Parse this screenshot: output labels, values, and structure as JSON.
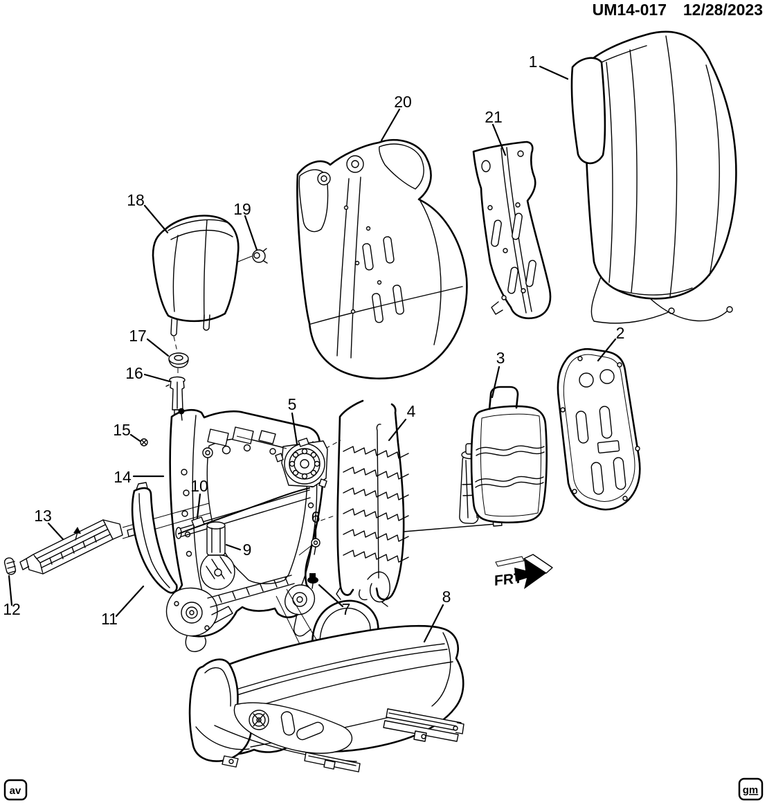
{
  "header": {
    "document_number": "UM14-017",
    "date": "12/28/2023"
  },
  "footer": {
    "left_code": "av",
    "right_code": "gm"
  },
  "orientation": {
    "label": "FRT"
  },
  "diagram": {
    "callouts": [
      {
        "label": "1"
      },
      {
        "label": "2"
      },
      {
        "label": "3"
      },
      {
        "label": "4"
      },
      {
        "label": "5"
      },
      {
        "label": "6"
      },
      {
        "label": "7"
      },
      {
        "label": "8"
      },
      {
        "label": "9"
      },
      {
        "label": "10"
      },
      {
        "label": "11"
      },
      {
        "label": "12"
      },
      {
        "label": "13"
      },
      {
        "label": "14"
      },
      {
        "label": "15"
      },
      {
        "label": "16"
      },
      {
        "label": "17"
      },
      {
        "label": "18"
      },
      {
        "label": "19"
      },
      {
        "label": "20"
      },
      {
        "label": "21"
      }
    ]
  }
}
